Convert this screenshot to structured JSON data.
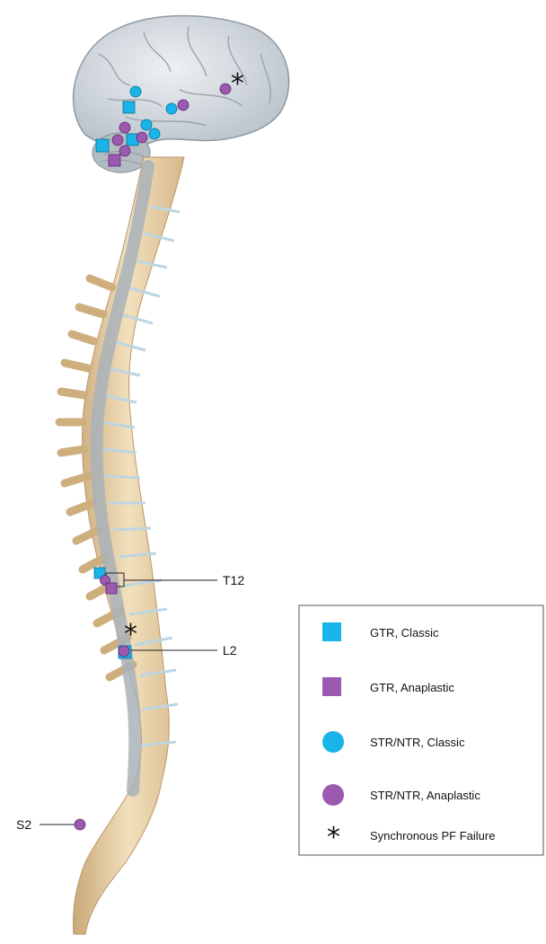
{
  "colors": {
    "classic": "#19b5e8",
    "anaplastic": "#9b59b0",
    "bone": "#ead4aa",
    "disc": "#bcd6e2",
    "cord": "#a9b2b8",
    "brain": "#d7dde2"
  },
  "labels": {
    "t12": "T12",
    "l2": "L2",
    "s2": "S2"
  },
  "legend": {
    "items": [
      {
        "shape": "square",
        "group": "classic",
        "label": "GTR, Classic"
      },
      {
        "shape": "square",
        "group": "anaplastic",
        "label": "GTR, Anaplastic"
      },
      {
        "shape": "circle",
        "group": "classic",
        "label": "STR/NTR, Classic"
      },
      {
        "shape": "circle",
        "group": "anaplastic",
        "label": "STR/NTR, Anaplastic"
      },
      {
        "shape": "star",
        "group": "none",
        "label": "Synchronous PF Failure"
      }
    ],
    "star_symbol": "*"
  }
}
